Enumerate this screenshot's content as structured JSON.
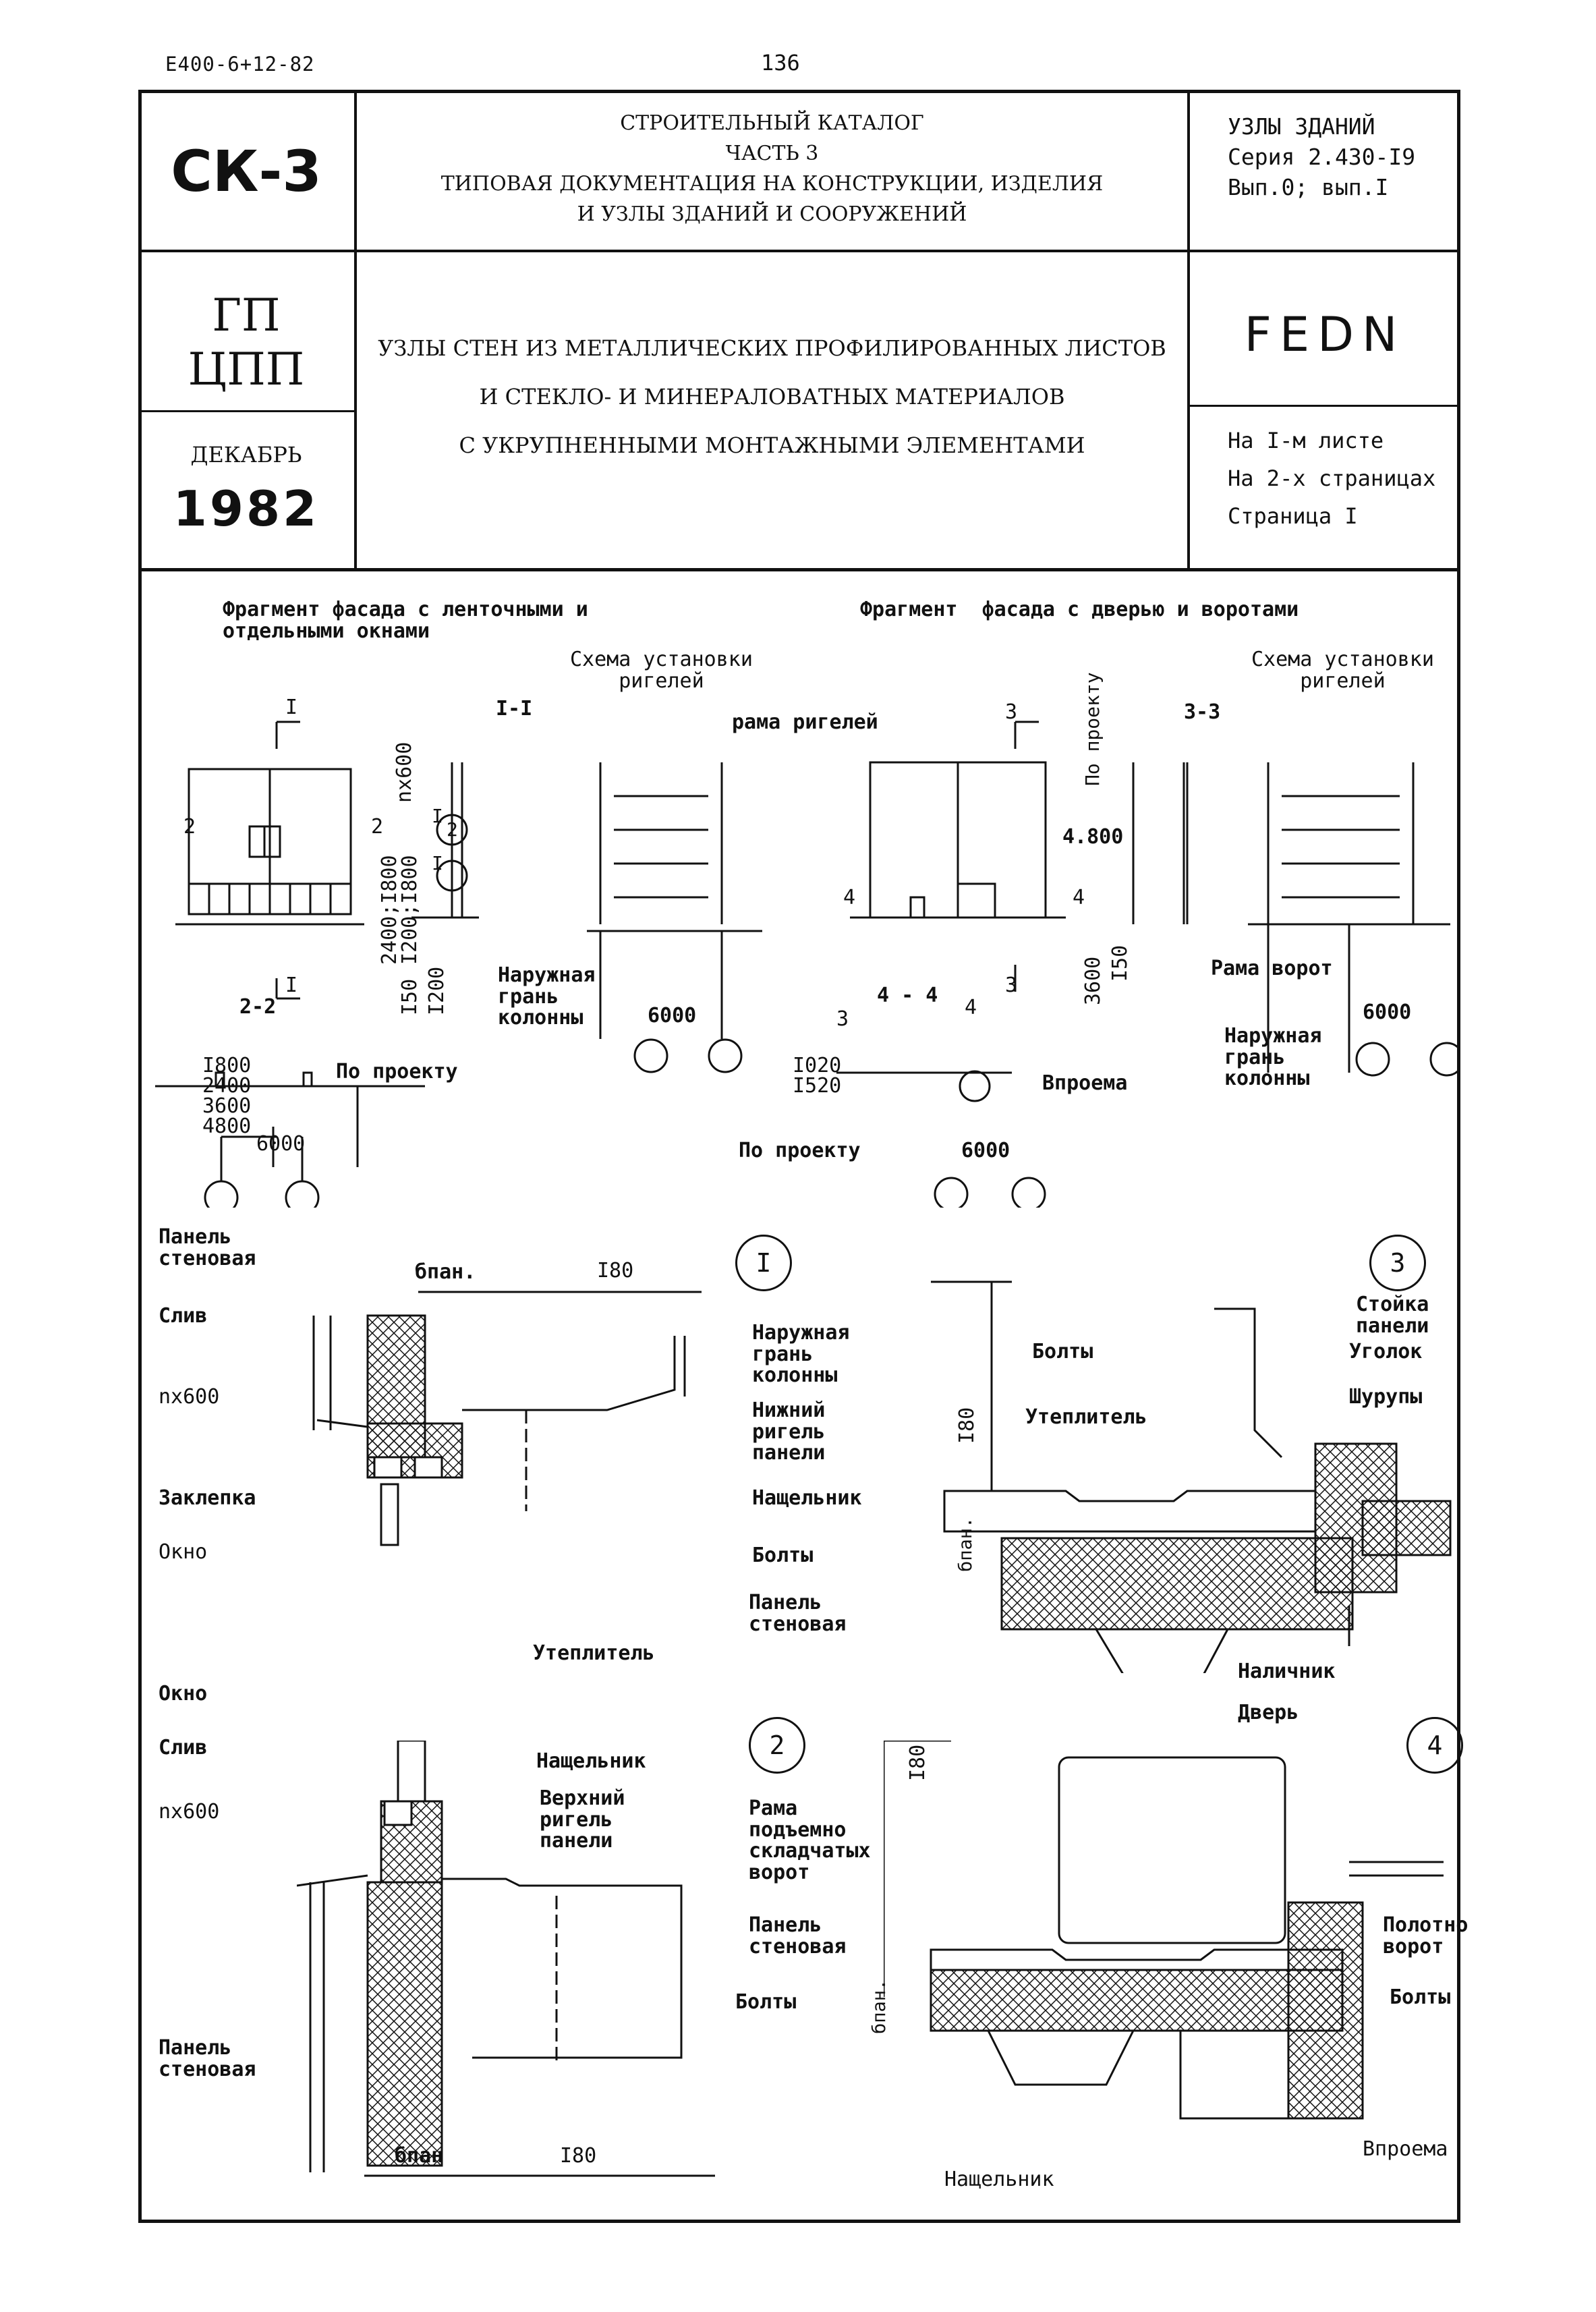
{
  "header": {
    "code": "Е400-6+12-82",
    "page_number": "136"
  },
  "title_block": {
    "catalog_code": "СК-3",
    "catalog_title": [
      "СТРОИТЕЛЬНЫЙ КАТАЛОГ",
      "ЧАСТЬ 3",
      "ТИПОВАЯ ДОКУМЕНТАЦИЯ НА КОНСТРУКЦИИ, ИЗДЕЛИЯ",
      "И УЗЛЫ ЗДАНИЙ И СООРУЖЕНИЙ"
    ],
    "section": [
      "УЗЛЫ ЗДАНИЙ",
      "Серия 2.430-I9",
      "Вып.0; вып.I"
    ],
    "org": [
      "ГП",
      "ЦПП"
    ],
    "month": "ДЕКАБРЬ",
    "year": "1982",
    "subject": [
      "УЗЛЫ СТЕН ИЗ МЕТАЛЛИЧЕСКИХ ПРОФИЛИРОВАННЫХ ЛИСТОВ",
      "И СТЕКЛО- И МИНЕРАЛОВАТНЫХ МАТЕРИАЛОВ",
      "С УКРУПНЕННЫМИ МОНТАЖНЫМИ ЭЛЕМЕНТАМИ"
    ],
    "doc_code": "FEDN",
    "sheet_info": [
      "На I-м листе",
      "На 2-х страницах",
      "Страница I"
    ]
  },
  "drawing": {
    "facade_left_title": [
      "Фрагмент фасада с ленточными и",
      "отдельными окнами"
    ],
    "facade_right_title": "Фрагмент  фасада с дверью и воротами",
    "girder_scheme": [
      "Схема установки",
      "ригелей"
    ],
    "girder_scheme_2": [
      "Схема установки",
      "ригелей"
    ],
    "cut_I": "I",
    "cut_I_bottom": "I",
    "section_I_I": "I-I",
    "section_2_2": "2-2",
    "section_3_3": "3-3",
    "section_4_4": "4 - 4",
    "cut_3": "3",
    "cut_3_bottom": "3",
    "cut_2": "2",
    "cut_4": "4",
    "cut_4_right": "4",
    "frame_girders": "рама ригелей",
    "frame_gate": "Рама ворот",
    "outer_face_column_1": [
      "Наружная",
      "грань",
      "колонны"
    ],
    "outer_face_column_2": [
      "Наружная",
      "грань",
      "колонны"
    ],
    "by_project_1": "По проекту",
    "by_project_2": "По проекту",
    "by_project_vert": "По проекту",
    "dims_left": [
      "I800",
      "2400",
      "3600",
      "4800"
    ],
    "dim_6000_a": "6000",
    "dim_6000_b": "6000",
    "dim_6000_c": "6000",
    "dim_6000_d": "6000",
    "dim_nx600": "nx600",
    "dim_1200_1800": "I200;I800",
    "dim_2400_1800": "2400;I800",
    "dim_150": "I50",
    "dim_1200": "I200",
    "dim_4800": "4.800",
    "dim_3600": "3600",
    "dim_150b": "I50",
    "dims_door": [
      "I020",
      "I520"
    ],
    "opening": "Впроема",
    "opening_2": "Впроема",
    "cut_4_4_marks": [
      "3",
      "4"
    ],
    "node1": "I",
    "node2": "2",
    "node3": "3",
    "node4": "4",
    "node_labels_I": {
      "panel": [
        "Панель",
        "стеновая"
      ],
      "b_pan": "бпан.",
      "d180": "I80",
      "drip": "Слив",
      "nx600": "nx600",
      "rivet": "Заклепка",
      "window": "Окно",
      "outer_face": [
        "Наружная",
        "грань",
        "колонны"
      ],
      "lower_girder": [
        "Нижний",
        "ригель",
        "панели"
      ],
      "batten": "Нащельник",
      "bolts": "Болты"
    },
    "insulation": "Утеплитель",
    "node_labels_2": {
      "window": "Окно",
      "drip": "Слив",
      "nx600": "nx600",
      "batten": "Нащельник",
      "upper_girder": [
        "Верхний",
        "ригель",
        "панели"
      ],
      "bolts": "Болты",
      "panel": [
        "Панель",
        "стеновая"
      ],
      "b_pan": "бпан",
      "d180": "I80"
    },
    "node_labels_3": {
      "post": [
        "Стойка",
        "панели"
      ],
      "angle": "Уголок",
      "screws": "Шурупы",
      "bolts": "Болты",
      "insulation": "Утеплитель",
      "d180": "I80",
      "b_pan": "бпан.",
      "panel": [
        "Панель",
        "стеновая"
      ],
      "trim": "Наличник",
      "door": "Дверь"
    },
    "node_labels_4": {
      "frame": [
        "Рама",
        "подъемно",
        "складчатых",
        "ворот"
      ],
      "panel": [
        "Панель",
        "стеновая"
      ],
      "d180": "I80",
      "b_pan": "бпан.",
      "gate_leaf": [
        "Полотно",
        "ворот"
      ],
      "bolts": "Болты",
      "batten": "Нащельник",
      "opening": "Впроема"
    }
  }
}
